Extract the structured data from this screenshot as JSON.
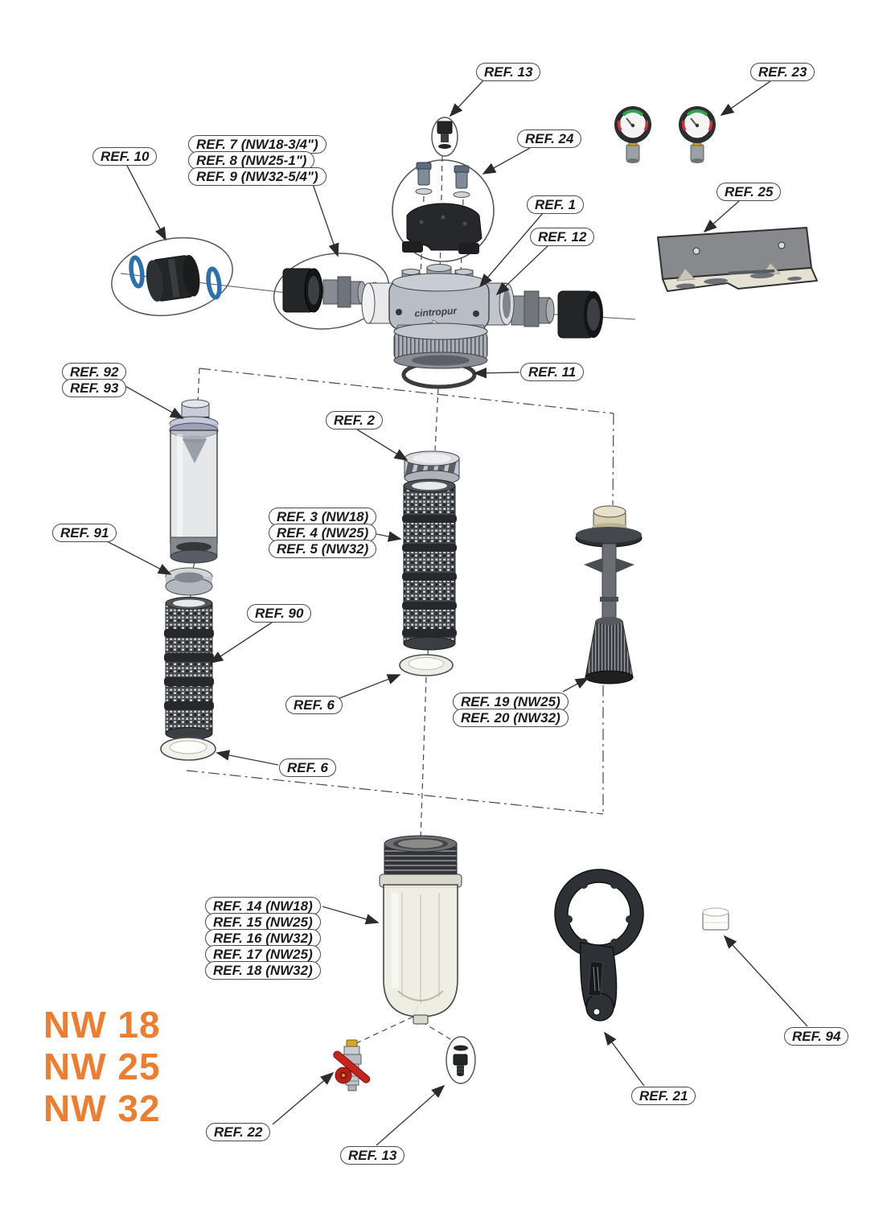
{
  "diagram": {
    "brand_logo": "cintropur",
    "accent_color": "#ED7D31",
    "oring_blue": "#2E6FAE",
    "models": [
      "NW 18",
      "NW 25",
      "NW 32"
    ],
    "labels": {
      "ref13_top": "REF. 13",
      "ref23": "REF. 23",
      "ref10": "REF. 10",
      "ref7": "REF. 7 (NW18-3/4\")",
      "ref8": "REF. 8 (NW25-1\")",
      "ref9": "REF. 9 (NW32-5/4\")",
      "ref24": "REF. 24",
      "ref25": "REF. 25",
      "ref1": "REF. 1",
      "ref12": "REF. 12",
      "ref11": "REF. 11",
      "ref92": "REF. 92",
      "ref93": "REF. 93",
      "ref2": "REF. 2",
      "ref91": "REF. 91",
      "ref3": "REF. 3 (NW18)",
      "ref4": "REF. 4 (NW25)",
      "ref5": "REF. 5 (NW32)",
      "ref90": "REF. 90",
      "ref6_center": "REF. 6",
      "ref19": "REF. 19 (NW25)",
      "ref20": "REF. 20 (NW32)",
      "ref6_left": "REF. 6",
      "ref14": "REF. 14 (NW18)",
      "ref15": "REF. 15 (NW25)",
      "ref16": "REF. 16 (NW32)",
      "ref17": "REF. 17 (NW25)",
      "ref18": "REF. 18 (NW32)",
      "ref94": "REF. 94",
      "ref21": "REF. 21",
      "ref22": "REF. 22",
      "ref13_bottom": "REF. 13"
    }
  }
}
